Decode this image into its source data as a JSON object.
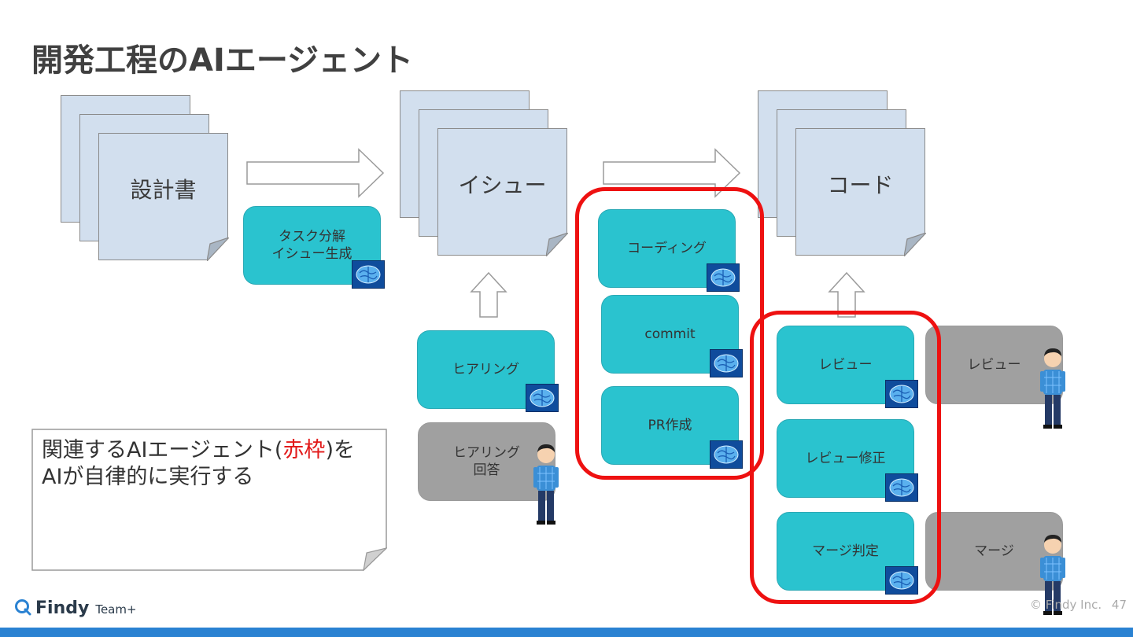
{
  "title": "開発工程のAIエージェント",
  "documents": {
    "design": "設計書",
    "issue": "イシュー",
    "code": "コード"
  },
  "boxes": {
    "task_split_line1": "タスク分解",
    "task_split_line2": "イシュー生成",
    "hearing": "ヒアリング",
    "hearing_answer_line1": "ヒアリング",
    "hearing_answer_line2": "回答",
    "coding": "コーディング",
    "commit": "commit",
    "pr": "PR作成",
    "review_ai": "レビュー",
    "review_fix": "レビュー修正",
    "merge_judge": "マージ判定",
    "review_human": "レビュー",
    "merge_human": "マージ"
  },
  "note": {
    "line1_a": "関連するAIエージェント(",
    "line1_red": "赤枠",
    "line1_b": ")を",
    "line2": "AIが自律的に実行する"
  },
  "footer": {
    "brand": "Findy",
    "product": "Team+",
    "copyright": "© Findy Inc.",
    "page_number": "47"
  },
  "colors": {
    "agent_box": "#2ac3cf",
    "human_box": "#a0a0a0",
    "document": "#d2dfee",
    "ai_frame": "#ee1111",
    "accent_bar": "#2a82d2"
  }
}
